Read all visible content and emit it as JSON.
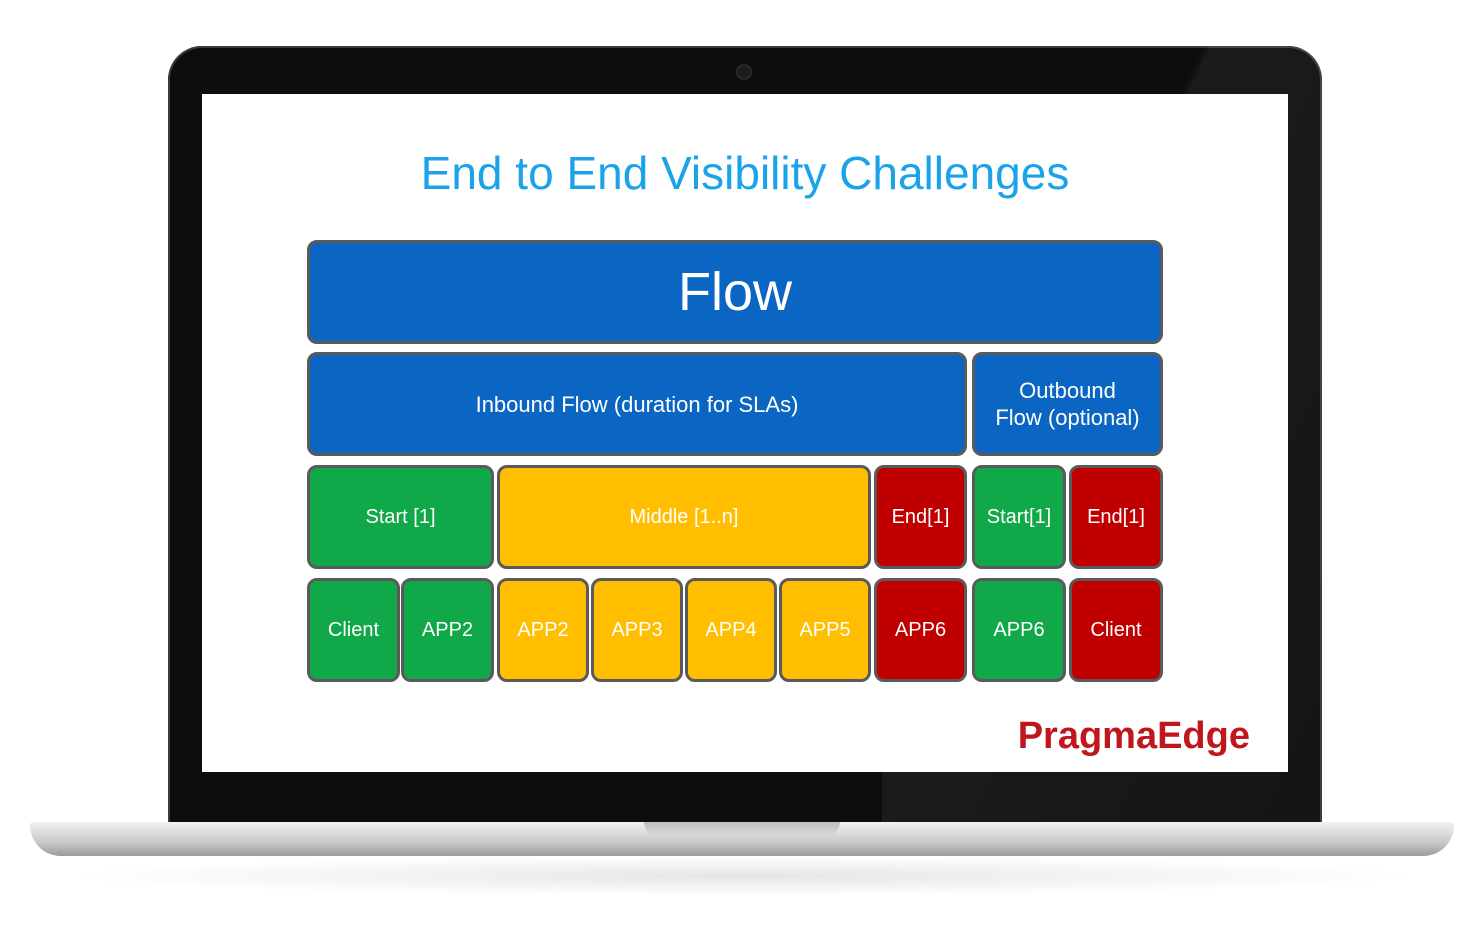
{
  "slide": {
    "title": "End to End Visibility Challenges",
    "brand": "PragmaEdge"
  },
  "diagram": {
    "flow": "Flow",
    "inbound": "Inbound Flow (duration for SLAs)",
    "outbound_line1": "Outbound",
    "outbound_line2": "Flow (optional)",
    "stages": [
      "Start [1]",
      "Middle [1..n]",
      "End[1]",
      "Start[1]",
      "End[1]"
    ],
    "apps": [
      "Client",
      "APP2",
      "APP2",
      "APP3",
      "APP4",
      "APP5",
      "APP6",
      "APP6",
      "Client"
    ]
  },
  "colors": {
    "title": "#1aa3e8",
    "blue": "#0b66c3",
    "green": "#10a849",
    "yellow": "#ffbf00",
    "red": "#c00000",
    "brand": "#c0171d"
  }
}
